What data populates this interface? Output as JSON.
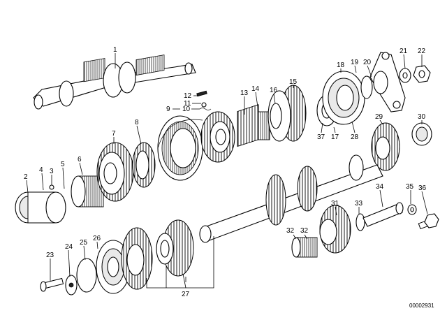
{
  "diagram": {
    "reference_number": "00002931",
    "part_labels": {
      "p1": "1",
      "p2": "2",
      "p3": "3",
      "p4": "4",
      "p5": "5",
      "p6": "6",
      "p7": "7",
      "p8": "8",
      "p9": "9",
      "p10": "10",
      "p11": "11",
      "p12": "12",
      "p13": "13",
      "p14": "14",
      "p15": "15",
      "p16": "16",
      "p17": "17",
      "p18": "18",
      "p19": "19",
      "p20": "20",
      "p21": "21",
      "p22": "22",
      "p23": "23",
      "p24": "24",
      "p25": "25",
      "p26": "26",
      "p27": "27",
      "p28": "28",
      "p29": "29",
      "p30": "30",
      "p31": "31",
      "p32a": "32",
      "p32b": "32",
      "p33": "33",
      "p34": "34",
      "p35": "35",
      "p36": "36",
      "p37": "37"
    }
  }
}
